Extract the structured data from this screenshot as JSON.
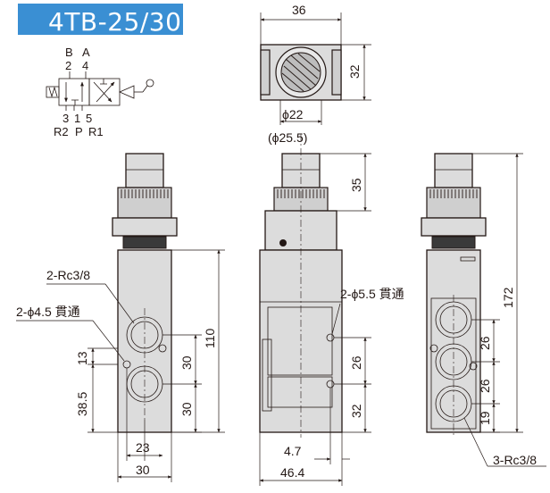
{
  "title": "4TB-25/30",
  "symbol": {
    "port_top": [
      "B",
      "A"
    ],
    "port_top_numbers": [
      "2",
      "4"
    ],
    "port_bottom_numbers": [
      "3",
      "1",
      "5"
    ],
    "port_bottom_names": [
      "R2",
      "P",
      "R1"
    ]
  },
  "top_view": {
    "dim_width": "36",
    "dim_height": "32",
    "dim_phi": "ϕ22",
    "dim_phi_paren": "(ϕ25.5)"
  },
  "front_view": {
    "label_port": "2-Rc3/8",
    "label_hole": "2-ϕ4.5 貫通",
    "dim_13": "13",
    "dim_385": "38.5",
    "dim_30a": "30",
    "dim_30b": "30",
    "dim_110": "110",
    "dim_23": "23",
    "dim_30w": "30"
  },
  "side_view": {
    "label_hole": "2-ϕ5.5 貫通",
    "dim_35": "35",
    "dim_26": "26",
    "dim_32": "32",
    "dim_47": "4.7",
    "dim_464": "46.4"
  },
  "back_view": {
    "dim_172": "172",
    "dim_26a": "26",
    "dim_26b": "26",
    "dim_19": "19",
    "label_ports": "3-Rc3/8"
  },
  "colors": {
    "accent": "#3a8fd3",
    "line": "#231815",
    "body": "#dcdcdc"
  }
}
